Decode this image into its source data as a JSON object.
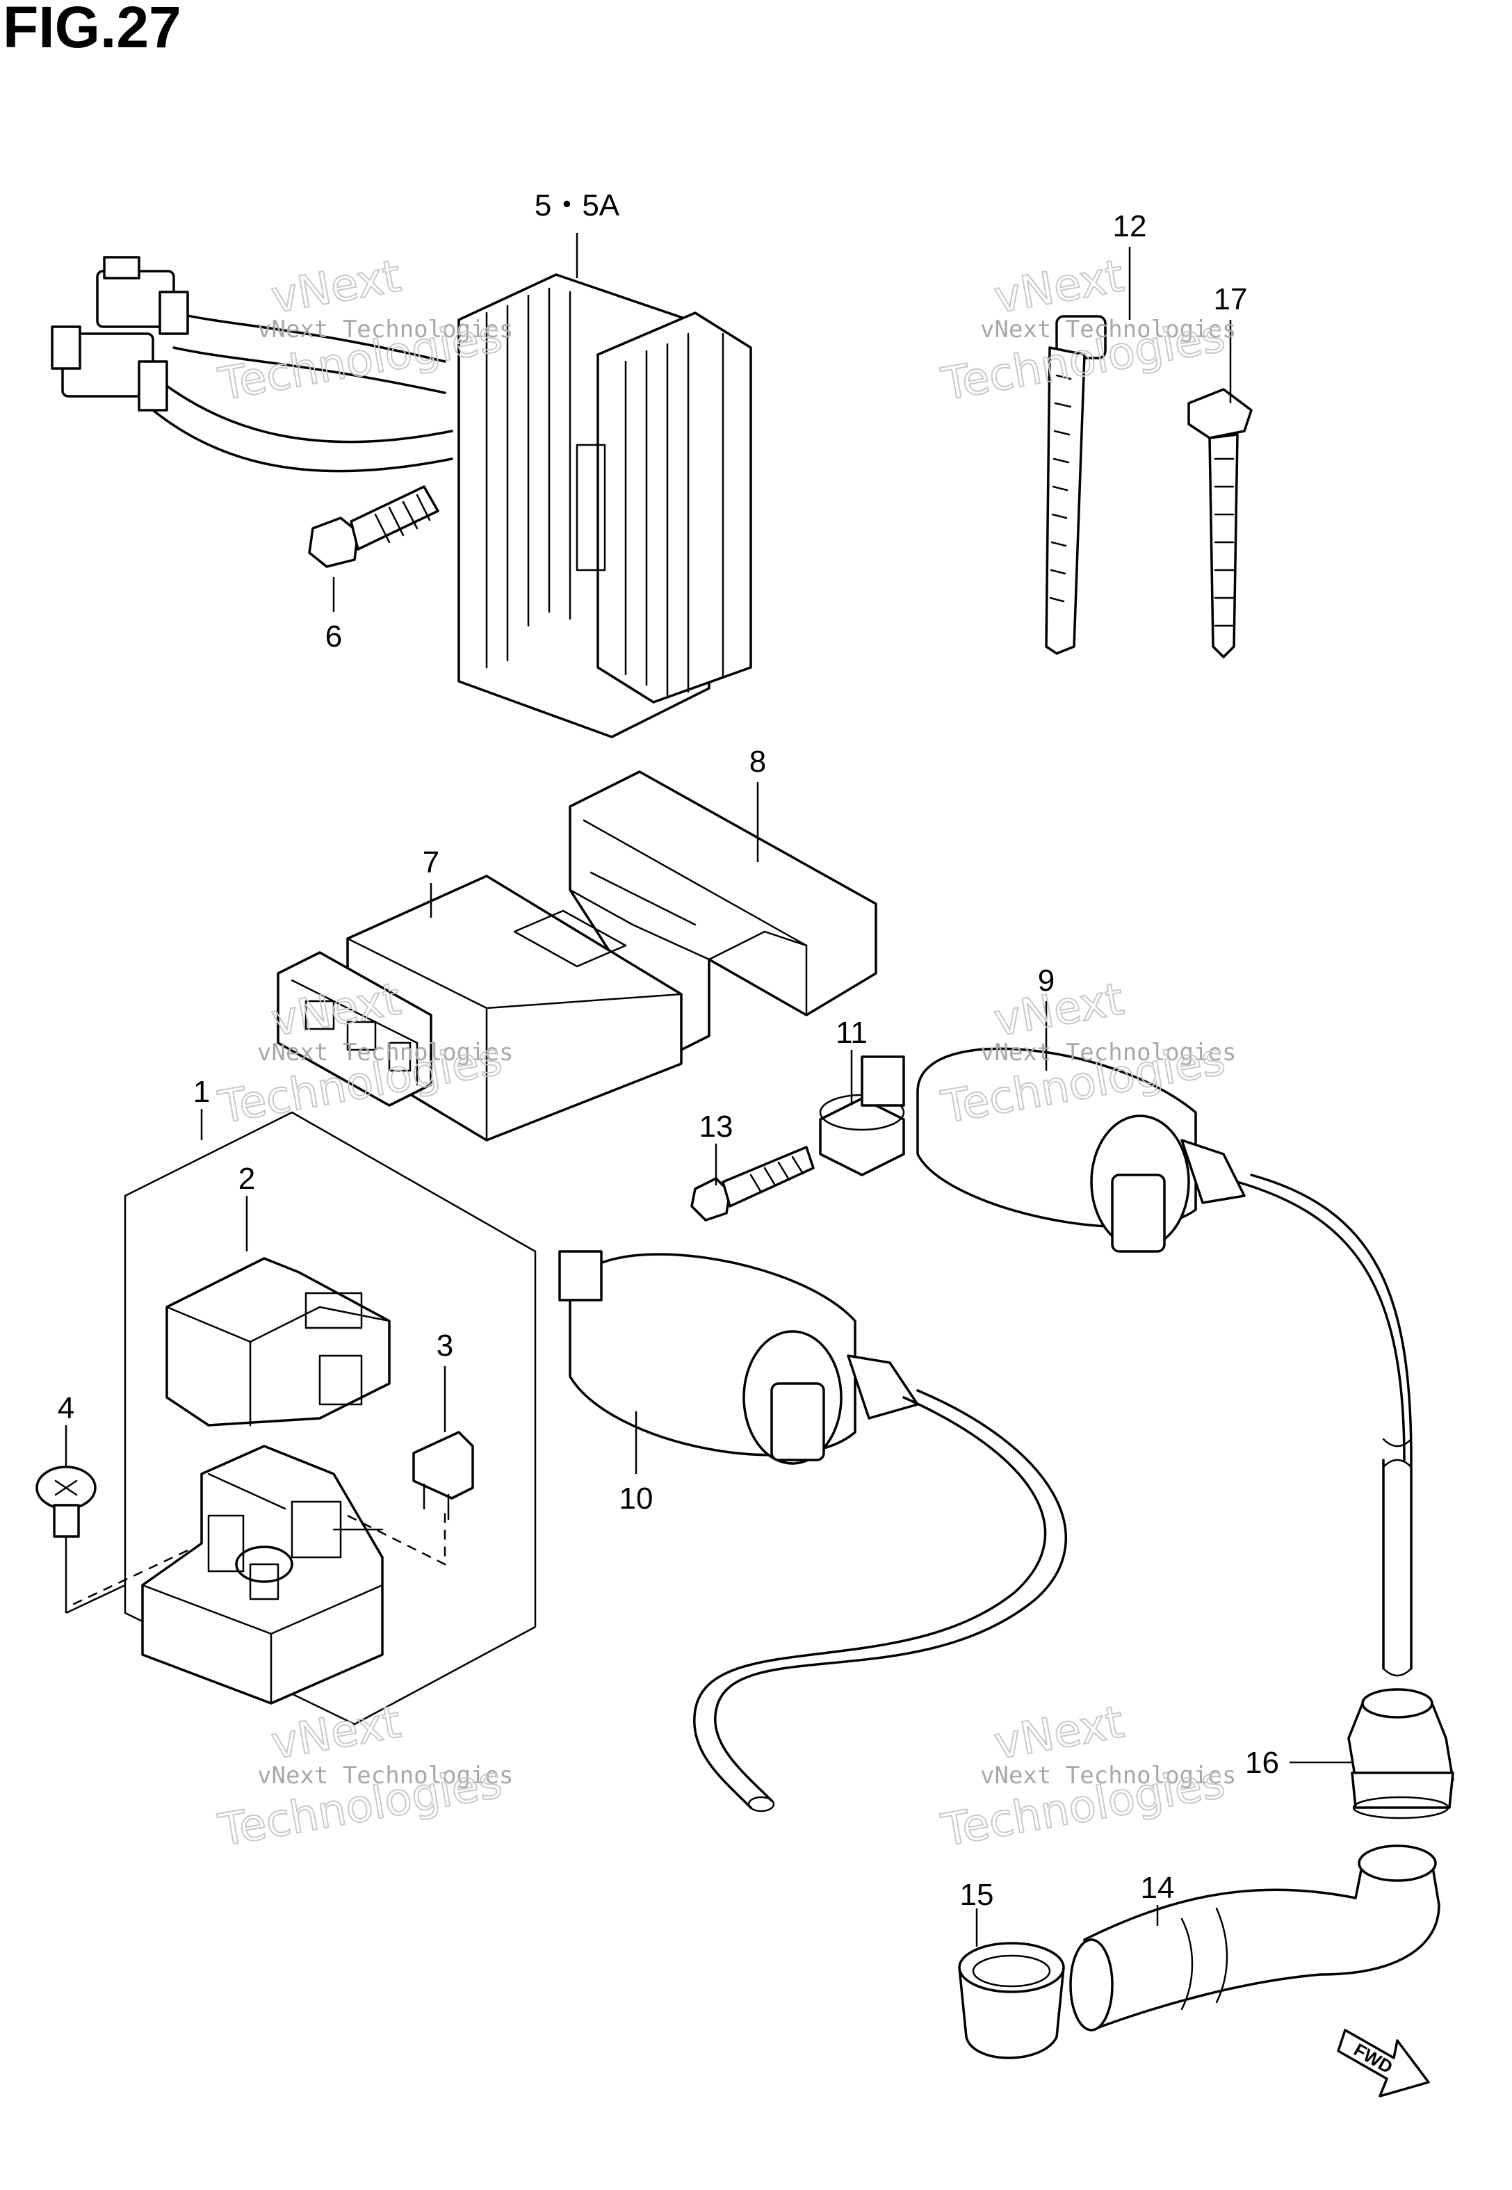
{
  "figure": {
    "title": "FIG.27"
  },
  "callouts": {
    "c1": "1",
    "c2": "2",
    "c3": "3",
    "c4": "4",
    "c5": "5・5A",
    "c6": "6",
    "c7": "7",
    "c8": "8",
    "c9": "9",
    "c10": "10",
    "c11": "11",
    "c12": "12",
    "c13": "13",
    "c14": "14",
    "c15": "15",
    "c16": "16",
    "c17": "17"
  },
  "fwd_arrow": {
    "label": "FWD"
  },
  "watermark": {
    "line1": "vNext Technologies",
    "line2a": "vNext",
    "line2b": "Technologies"
  }
}
